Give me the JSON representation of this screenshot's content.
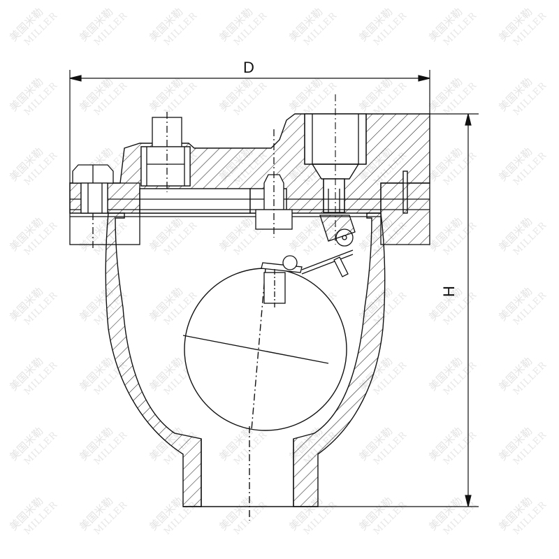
{
  "watermark": {
    "cn": "美国米勒",
    "en": "MILLER"
  },
  "dimensions": {
    "width_label": "D",
    "height_label": "H"
  },
  "colors": {
    "line": "#111111",
    "hatch": "#222222",
    "watermark": "#e4e4e4"
  }
}
